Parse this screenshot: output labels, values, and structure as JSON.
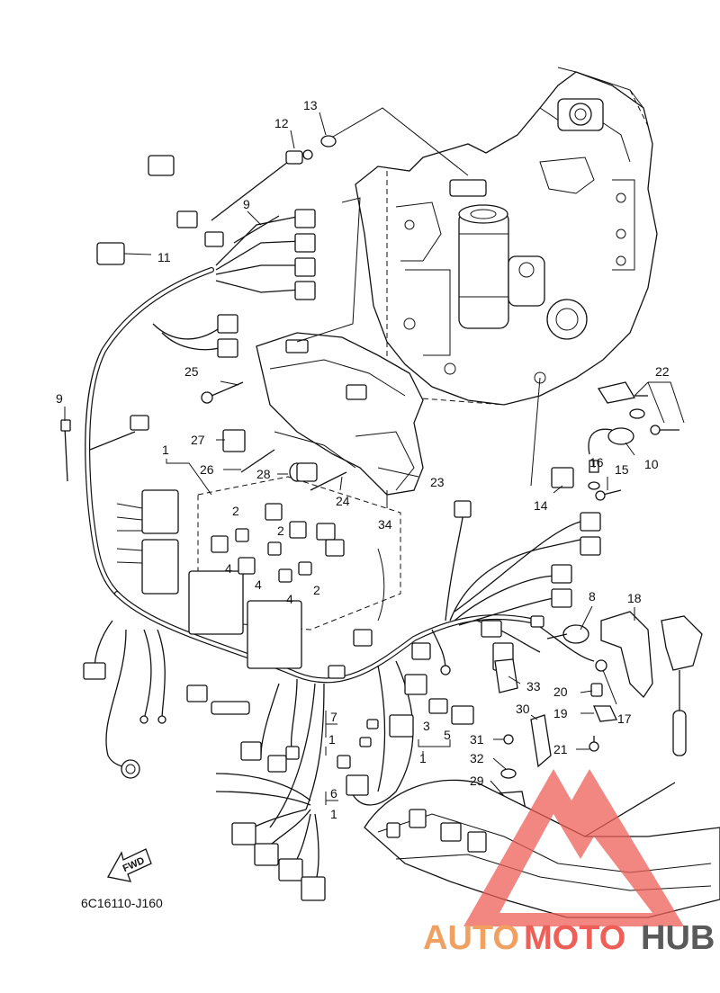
{
  "diagram_code": "6C16110-J160",
  "fwd_label": "FWD",
  "watermark": {
    "part1": "AUTO",
    "part2": "MOTO",
    "part3": "HUB",
    "color1": "#f0a060",
    "color2": "#ee5f57",
    "color3": "#5a5a5a",
    "triangle_color": "#ee5f57"
  },
  "labels": {
    "l1": "1",
    "l2": "2",
    "l3": "3",
    "l4": "4",
    "l5": "5",
    "l6": "6",
    "l7": "7",
    "l8": "8",
    "l9": "9",
    "l10": "10",
    "l11": "11",
    "l12": "12",
    "l13": "13",
    "l14": "14",
    "l15": "15",
    "l16": "16",
    "l17": "17",
    "l18": "18",
    "l19": "19",
    "l20": "20",
    "l21": "21",
    "l22": "22",
    "l23": "23",
    "l24": "24",
    "l25": "25",
    "l26": "26",
    "l27": "27",
    "l28": "28",
    "l29": "29",
    "l30": "30",
    "l31": "31",
    "l32": "32",
    "l33": "33",
    "l34": "34"
  }
}
